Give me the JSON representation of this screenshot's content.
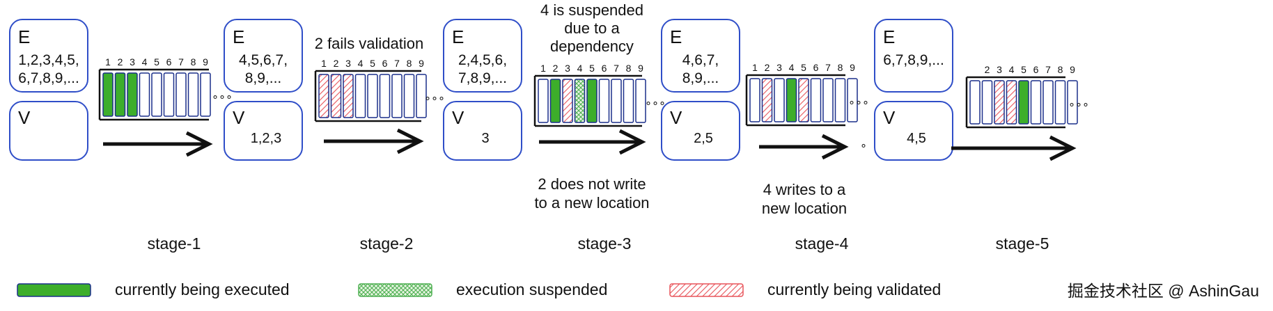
{
  "box_label_e": "E",
  "box_label_v": "V",
  "slot_numbers": [
    "1",
    "2",
    "3",
    "4",
    "5",
    "6",
    "7",
    "8",
    "9"
  ],
  "ellipsis": "∘∘∘",
  "stages": [
    {
      "name": "stage-1",
      "e_line1": "1,2,3,4,5,",
      "e_line2": "6,7,8,9,...",
      "v_text": "",
      "caption_above": [],
      "caption_below": [],
      "visible_numbers": 9,
      "slot_states": [
        "executing",
        "executing",
        "executing",
        "empty",
        "empty",
        "empty",
        "empty",
        "empty",
        "empty"
      ]
    },
    {
      "name": "stage-2",
      "e_line1": "4,5,6,7,",
      "e_line2": "8,9,...",
      "v_text": "1,2,3",
      "caption_above": [
        "2 fails validation"
      ],
      "caption_below": [],
      "visible_numbers": 9,
      "slot_states": [
        "validating",
        "validating",
        "validating",
        "empty",
        "empty",
        "empty",
        "empty",
        "empty",
        "empty"
      ]
    },
    {
      "name": "stage-3",
      "e_line1": "2,4,5,6,",
      "e_line2": "7,8,9,...",
      "v_text": "3",
      "caption_above": [
        "4 is suspended",
        "due to a",
        "dependency"
      ],
      "caption_below": [
        "2 does not write",
        "to a new location"
      ],
      "visible_numbers": 9,
      "slot_states": [
        "empty",
        "executing",
        "validating",
        "suspended",
        "executing",
        "empty",
        "empty",
        "empty",
        "empty"
      ]
    },
    {
      "name": "stage-4",
      "e_line1": "4,6,7,",
      "e_line2": "8,9,...",
      "v_text": "2,5",
      "caption_above": [],
      "caption_below": [
        "4 writes to a",
        "new location"
      ],
      "visible_numbers": 9,
      "slot_states": [
        "empty",
        "validating",
        "empty",
        "executing",
        "validating",
        "empty",
        "empty",
        "empty",
        "empty"
      ]
    },
    {
      "name": "stage-5",
      "e_line1": "6,7,8,9,...",
      "e_line2": "",
      "v_text": "4,5",
      "caption_above": [],
      "caption_below": [],
      "visible_numbers": 8,
      "slot_states": [
        "empty",
        "empty",
        "validating",
        "validating",
        "executing",
        "empty",
        "empty",
        "empty",
        "empty"
      ]
    }
  ],
  "legend": [
    {
      "key": "executing",
      "label": "currently being executed"
    },
    {
      "key": "suspended",
      "label": "execution suspended"
    },
    {
      "key": "validating",
      "label": "currently being validated"
    }
  ],
  "watermark": "掘金技术社区 @ AshinGau",
  "colors": {
    "accent_blue": "#2f4ec8",
    "executing_green": "#3dae2b",
    "validating_red": "#e8545a",
    "suspended_green": "#4caf50"
  }
}
